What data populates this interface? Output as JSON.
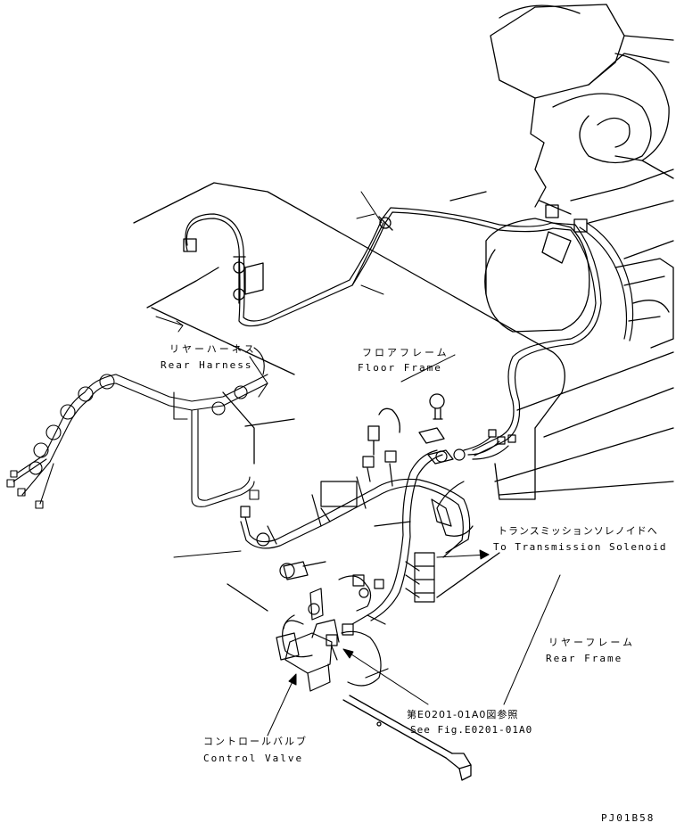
{
  "labels": {
    "rear_harness": {
      "jp": "リヤーハーネス",
      "en": "Rear Harness"
    },
    "floor_frame": {
      "jp": "フロアフレーム",
      "en": "Floor Frame"
    },
    "trans_solenoid": {
      "jp": "トランスミッションソレノイドへ",
      "en": "To Transmission Solenoid"
    },
    "rear_frame": {
      "jp": "リヤーフレーム",
      "en": "Rear Frame"
    },
    "see_fig": {
      "jp": "第E0201-01A0図参照",
      "en": "See Fig.E0201-01A0"
    },
    "control_valve": {
      "jp": "コントロールバルブ",
      "en": "Control Valve"
    }
  },
  "drawing_code": "PJ01B58"
}
